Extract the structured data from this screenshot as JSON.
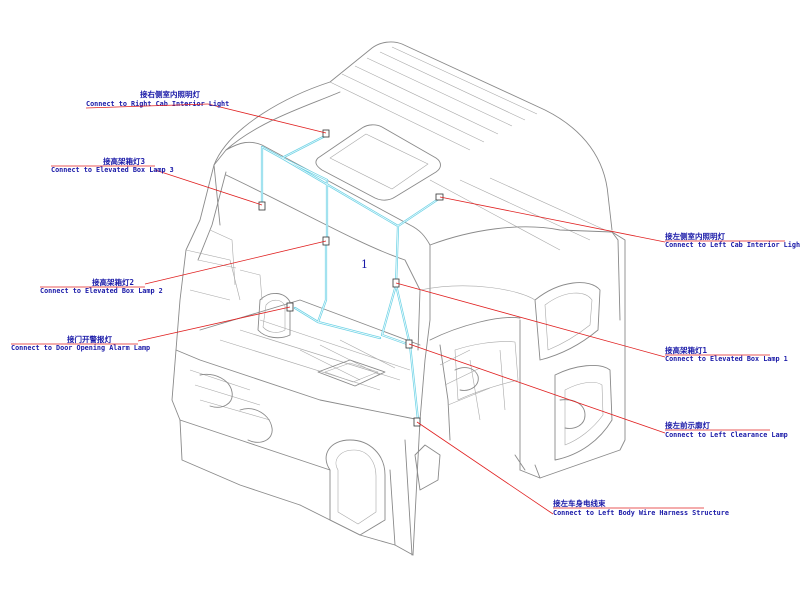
{
  "callout_number": "1",
  "labels": [
    {
      "id": "right-cab-interior-light",
      "zh": "接右侧室内照明灯",
      "en": "Connect to Right Cab Interior Light"
    },
    {
      "id": "elevated-box-lamp-3",
      "zh": "接高架箱灯3",
      "en": "Connect to Elevated Box Lamp 3"
    },
    {
      "id": "elevated-box-lamp-2",
      "zh": "接高架箱灯2",
      "en": "Connect to Elevated Box Lamp 2"
    },
    {
      "id": "door-opening-alarm-lamp",
      "zh": "接门开警报灯",
      "en": "Connect to Door Opening Alarm Lamp"
    },
    {
      "id": "left-cab-interior-light",
      "zh": "接左侧室内照明灯",
      "en": "Connect to Left Cab Interior Light"
    },
    {
      "id": "elevated-box-lamp-1",
      "zh": "接高架箱灯1",
      "en": "Connect to Elevated Box Lamp 1"
    },
    {
      "id": "left-clearance-lamp",
      "zh": "接左前示廓灯",
      "en": "Connect to Left Clearance Lamp"
    },
    {
      "id": "left-body-wire-harness",
      "zh": "接左车身电线束",
      "en": "Connect to Left Body Wire Harness Structure"
    }
  ],
  "colors": {
    "label_text": "#1a1aa8",
    "leader_line": "#e02020",
    "harness": "#6fd3e6",
    "cab_outline": "#8a8a8a"
  }
}
